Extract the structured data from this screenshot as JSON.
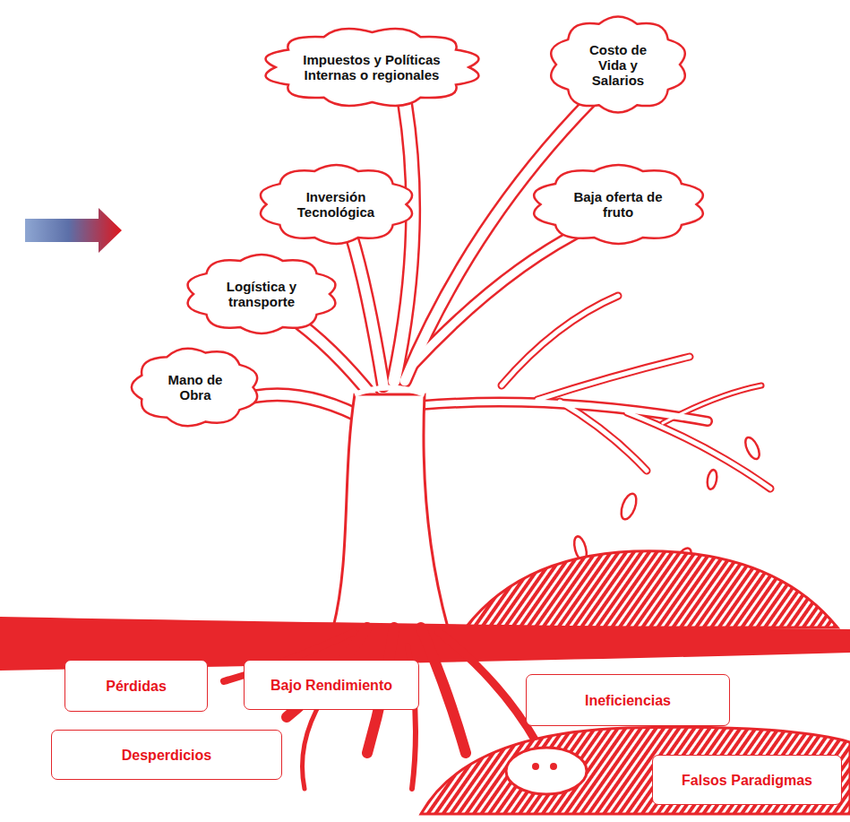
{
  "diagram": {
    "nodes": [
      {
        "text": [
          "Impuestos y Políticas Internas o regionales"
        ]
      },
      {
        "text": [
          "Costo de Vida y Salarios"
        ]
      },
      {
        "text": [
          "Inversión Tecnológica"
        ]
      },
      {
        "text": [
          "Baja oferta de fruto"
        ]
      },
      {
        "text": [
          "Logística y transporte"
        ]
      },
      {
        "text": [
          "Mano de Obra"
        ]
      },
      {
        "text": [
          "Pérdidas"
        ]
      },
      {
        "text": [
          "Bajo Rendimiento"
        ]
      },
      {
        "text": [
          "Ineficiencias"
        ]
      },
      {
        "text": [
          "Desperdicios"
        ]
      },
      {
        "text": [
          "Falsos Paradigmas"
        ]
      }
    ]
  }
}
